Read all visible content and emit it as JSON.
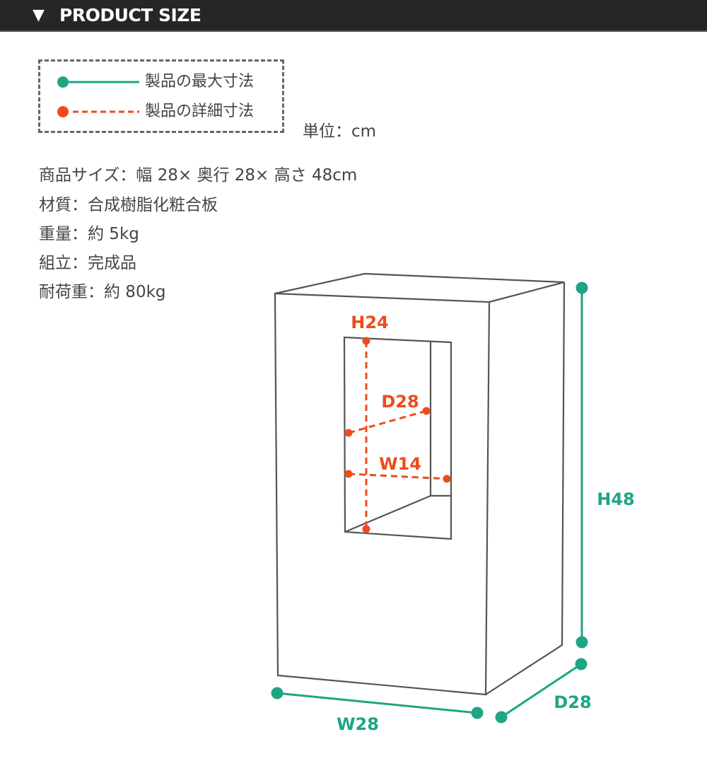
{
  "header": {
    "title": "PRODUCT SIZE",
    "icon": "triangle-down-icon"
  },
  "legend": {
    "max_label": "製品の最大寸法",
    "detail_label": "製品の詳細寸法"
  },
  "unit": "単位：cm",
  "specs": [
    "商品サイズ：幅 28× 奥行 28× 高さ 48cm",
    "材質：合成樹脂化粧合板",
    "重量：約 5kg",
    "組立：完成品",
    "耐荷重：約 80kg"
  ],
  "dimensions": {
    "height": "H48",
    "width": "W28",
    "depth": "D28",
    "inner_height": "H24",
    "inner_depth": "D28",
    "inner_width": "W14"
  },
  "colors": {
    "max": "#1fa584",
    "detail": "#ee4b1c",
    "outline": "#555555"
  }
}
